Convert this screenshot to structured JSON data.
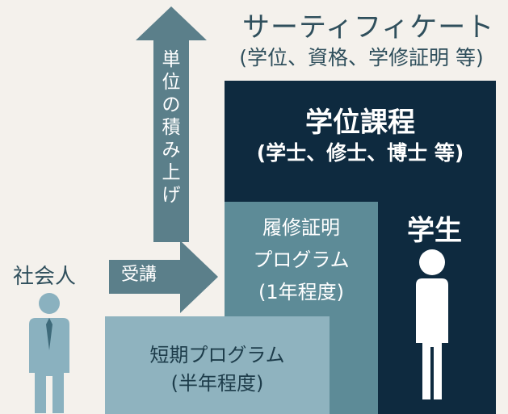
{
  "certificate": {
    "title": "サーティフィケート",
    "subtitle": "(学位、資格、学修証明 等)"
  },
  "degree_program": {
    "title": "学位課程",
    "subtitle": "(学士、修士、博士 等)"
  },
  "certificate_program": {
    "lines": [
      "履修証明",
      "プログラム",
      "(1年程度)"
    ]
  },
  "short_program": {
    "lines": [
      "短期プログラム",
      "(半年程度)"
    ]
  },
  "student_label": "学生",
  "working_adult_label": "社会人",
  "enroll_arrow_label": "受講",
  "accumulate_arrow_chars": [
    "単",
    "位",
    "の",
    "積",
    "み",
    "上",
    "げ"
  ],
  "colors": {
    "background": "#f4f1ec",
    "degree_block": "#0e2a3f",
    "certificate_block": "#5d8b97",
    "short_block": "#8fb3bf",
    "arrow": "#5b7f8a",
    "person_worker": "#8ab1bf",
    "person_student": "#ffffff",
    "text_dark": "#2f4f5c"
  },
  "icons": [
    "person-worker-icon",
    "person-student-icon",
    "arrow-up-icon",
    "arrow-right-icon"
  ]
}
